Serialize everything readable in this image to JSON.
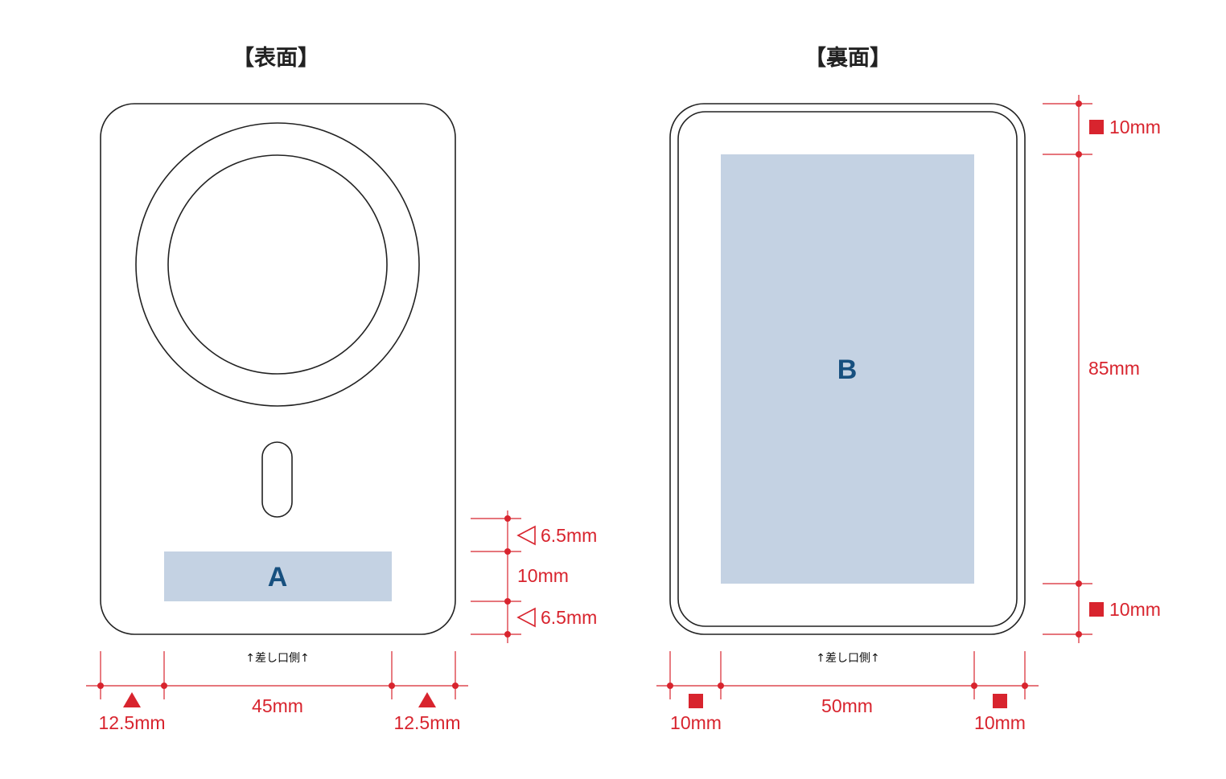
{
  "front": {
    "title": "【表面】",
    "area_label": "A",
    "bottom_note": "↑差し口側↑",
    "dims": {
      "left": "12.5mm",
      "center": "45mm",
      "right": "12.5mm",
      "side_top": "6.5mm",
      "side_mid": "10mm",
      "side_bottom": "6.5mm"
    },
    "markers": {
      "horizontal": "triangle-filled-icon",
      "vertical": "triangle-outline-icon"
    }
  },
  "back": {
    "title": "【裏面】",
    "area_label": "B",
    "bottom_note": "↑差し口側↑",
    "dims": {
      "left": "10mm",
      "center": "50mm",
      "right": "10mm",
      "top": "10mm",
      "height": "85mm",
      "bottom": "10mm"
    },
    "markers": {
      "horizontal": "square-filled-icon",
      "vertical": "square-filled-icon"
    }
  },
  "colors": {
    "dimension": "#d8242e",
    "print_area": "#c4d2e3",
    "area_label": "#17507f",
    "outline": "#222222"
  }
}
